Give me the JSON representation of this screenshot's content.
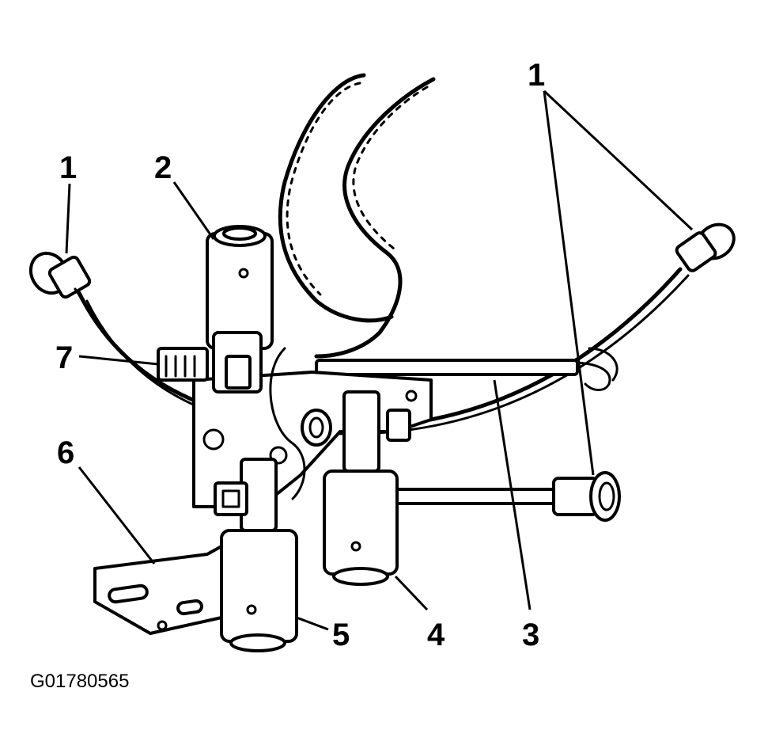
{
  "labels": {
    "l1_left": "1",
    "l1_right": "1",
    "l2": "2",
    "l3": "3",
    "l4": "4",
    "l5": "5",
    "l6": "6",
    "l7": "7"
  },
  "figure_id": "G01780565"
}
